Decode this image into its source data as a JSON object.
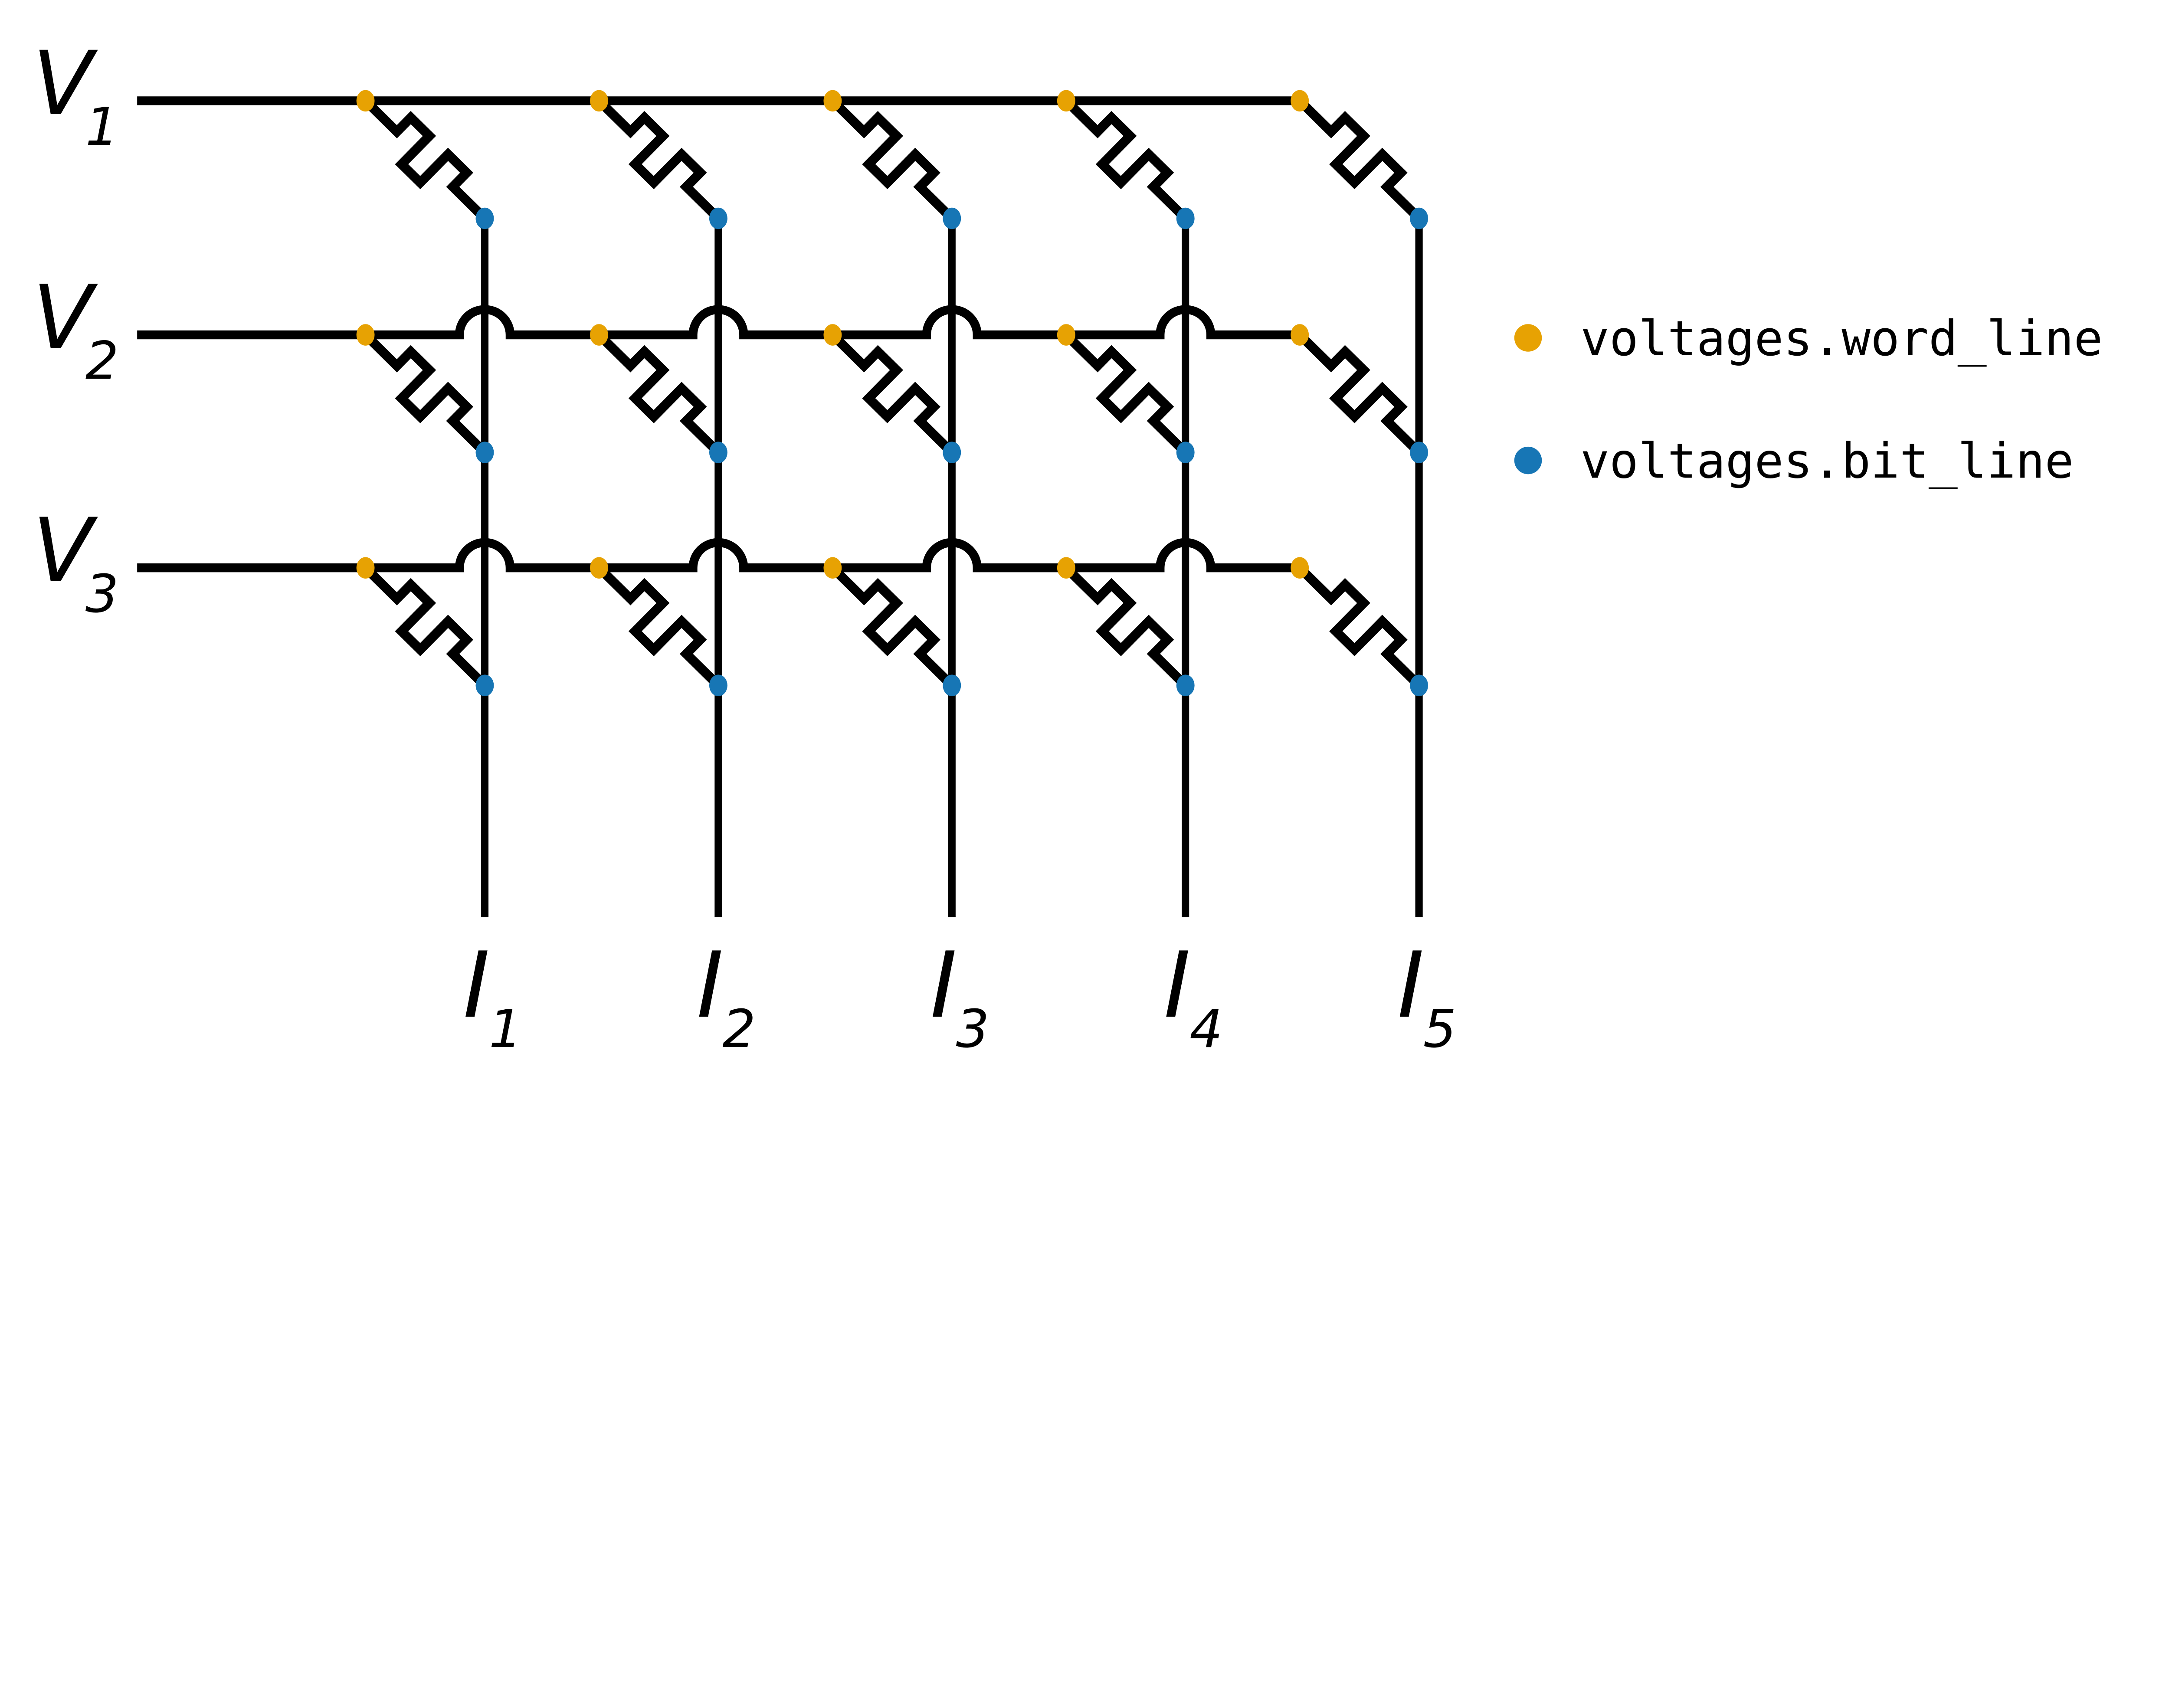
{
  "figure": {
    "description": "memristor crossbar array schematic",
    "background": "#ffffff",
    "wire_color": "#000000"
  },
  "word_lines": [
    {
      "name": "V1",
      "base": "V",
      "sub": "1"
    },
    {
      "name": "V2",
      "base": "V",
      "sub": "2"
    },
    {
      "name": "V3",
      "base": "V",
      "sub": "3"
    }
  ],
  "bit_lines": [
    {
      "name": "I1",
      "base": "I",
      "sub": "1"
    },
    {
      "name": "I2",
      "base": "I",
      "sub": "2"
    },
    {
      "name": "I3",
      "base": "I",
      "sub": "3"
    },
    {
      "name": "I4",
      "base": "I",
      "sub": "4"
    },
    {
      "name": "I5",
      "base": "I",
      "sub": "5"
    }
  ],
  "node_colors": {
    "word_line": "#E7A203",
    "bit_line": "#1776B5"
  },
  "legend": {
    "items": [
      {
        "label": "voltages.word_line",
        "color": "#E7A203",
        "marker": "dot"
      },
      {
        "label": "voltages.bit_line",
        "color": "#1776B5",
        "marker": "dot"
      }
    ]
  }
}
